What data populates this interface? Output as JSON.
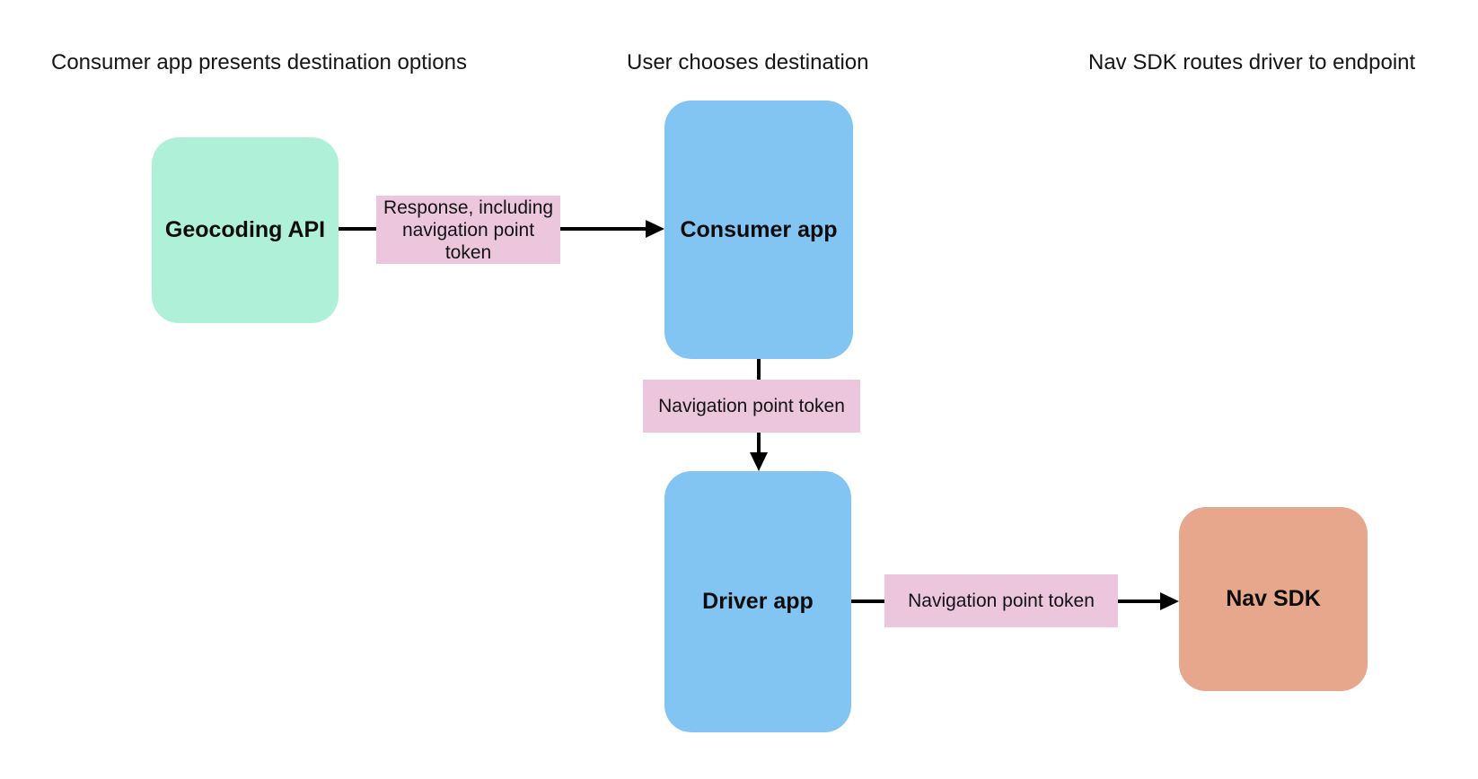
{
  "colors": {
    "background": "#ffffff",
    "node_mint_green": "#aff0d8",
    "node_blue": "#82c4f2",
    "node_salmon_orange": "#e7a78c",
    "edge_label_pink": "#ecc6dc",
    "arrow_black": "#000000",
    "text": "#111111"
  },
  "column_headers": [
    {
      "label": "Consumer app presents destination options"
    },
    {
      "label": "User chooses destination"
    },
    {
      "label": "Nav SDK routes driver to endpoint"
    }
  ],
  "nodes": {
    "geocoding_api": {
      "label": "Geocoding API",
      "color": "#aff0d8"
    },
    "consumer_app": {
      "label": "Consumer app",
      "color": "#82c4f2"
    },
    "driver_app": {
      "label": "Driver app",
      "color": "#82c4f2"
    },
    "nav_sdk": {
      "label": "Nav SDK",
      "color": "#e7a78c"
    }
  },
  "edges": {
    "geocoding_to_consumer": {
      "from": "Geocoding API",
      "to": "Consumer app",
      "label": "Response, including navigation point token"
    },
    "consumer_to_driver": {
      "from": "Consumer app",
      "to": "Driver app",
      "label": "Navigation point token"
    },
    "driver_to_navsdk": {
      "from": "Driver app",
      "to": "Nav SDK",
      "label": "Navigation point token"
    }
  }
}
